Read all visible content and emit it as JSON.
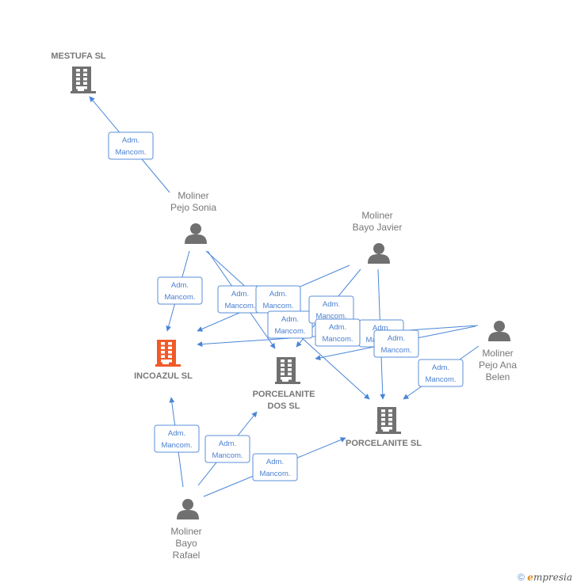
{
  "nodes": {
    "mestufa": {
      "type": "company",
      "lines": [
        "MESTUFA SL"
      ],
      "highlight": false
    },
    "incoazul": {
      "type": "company",
      "lines": [
        "INCOAZUL SL"
      ],
      "highlight": true
    },
    "porcelanite_dos": {
      "type": "company",
      "lines": [
        "PORCELANITE",
        "DOS SL"
      ],
      "highlight": false
    },
    "porcelanite": {
      "type": "company",
      "lines": [
        "PORCELANITE SL"
      ],
      "highlight": false
    },
    "sonia": {
      "type": "person",
      "lines": [
        "Moliner",
        "Pejo Sonia"
      ]
    },
    "javier": {
      "type": "person",
      "lines": [
        "Moliner",
        "Bayo Javier"
      ]
    },
    "ana": {
      "type": "person",
      "lines": [
        "Moliner",
        "Pejo Ana",
        "Belen"
      ]
    },
    "rafael": {
      "type": "person",
      "lines": [
        "Moliner",
        "Bayo",
        "Rafael"
      ]
    }
  },
  "edge_label": [
    "Adm.",
    "Mancom."
  ],
  "edges": [
    {
      "from": "sonia",
      "to": "mestufa"
    },
    {
      "from": "sonia",
      "to": "incoazul"
    },
    {
      "from": "sonia",
      "to": "porcelanite_dos"
    },
    {
      "from": "sonia",
      "to": "porcelanite"
    },
    {
      "from": "javier",
      "to": "incoazul"
    },
    {
      "from": "javier",
      "to": "porcelanite_dos"
    },
    {
      "from": "javier",
      "to": "porcelanite"
    },
    {
      "from": "ana",
      "to": "incoazul"
    },
    {
      "from": "ana",
      "to": "porcelanite_dos"
    },
    {
      "from": "ana",
      "to": "porcelanite"
    },
    {
      "from": "rafael",
      "to": "incoazul"
    },
    {
      "from": "rafael",
      "to": "porcelanite_dos"
    },
    {
      "from": "rafael",
      "to": "porcelanite"
    }
  ],
  "colors": {
    "company": "#707070",
    "highlight": "#f05a28",
    "person": "#707070",
    "edge": "#4a86d6"
  },
  "footer": {
    "copyright": "©",
    "brand_first": "e",
    "brand_rest": "mpresia"
  }
}
